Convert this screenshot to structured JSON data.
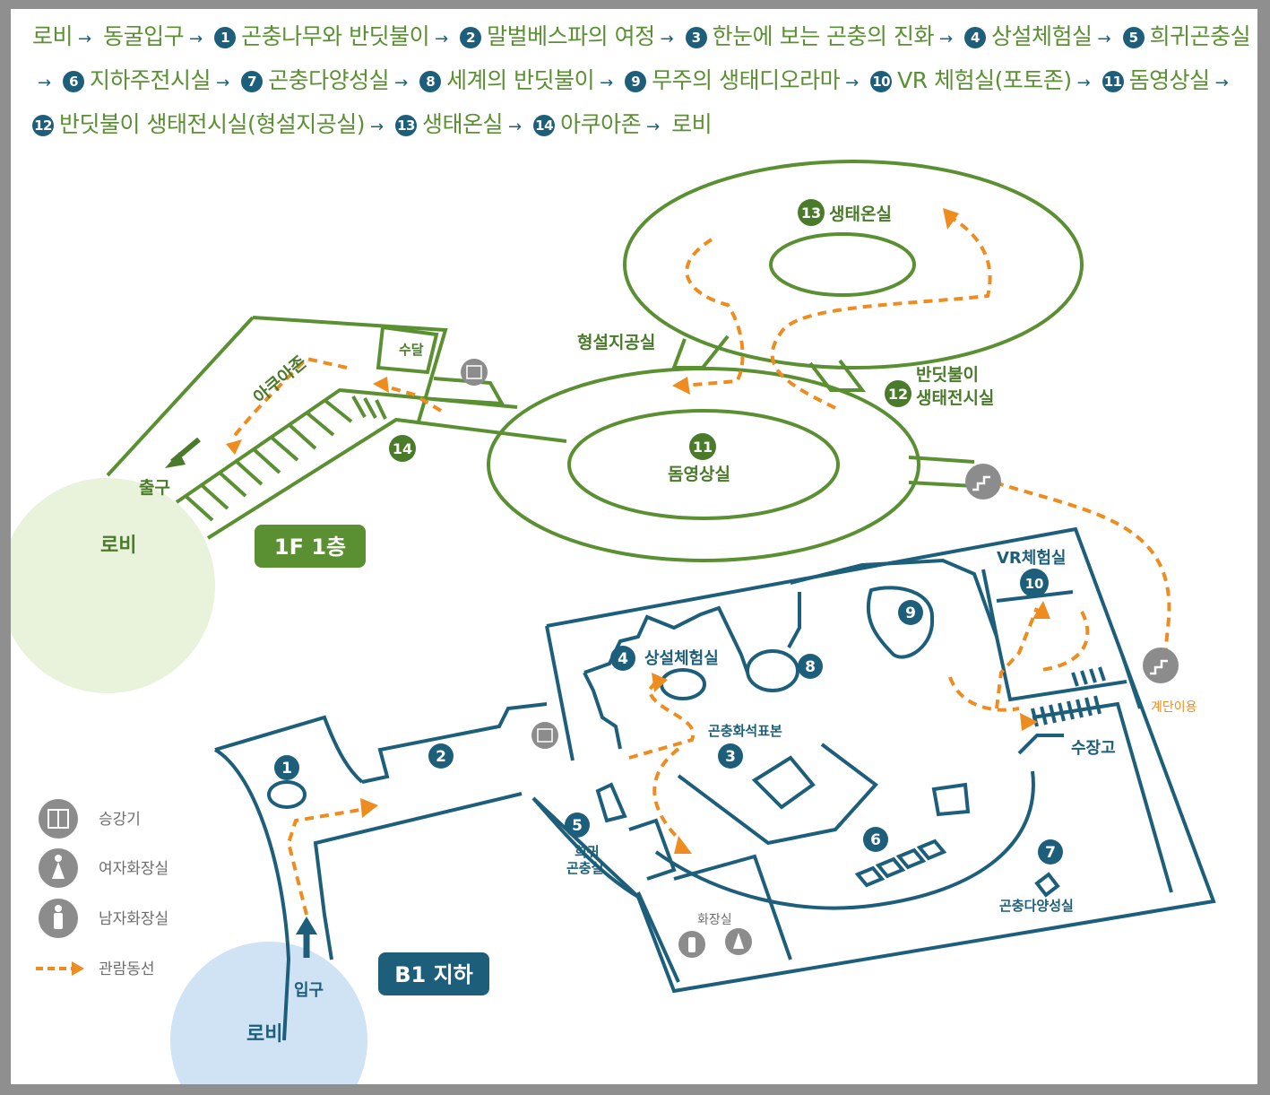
{
  "route": [
    {
      "num": "",
      "label": "로비"
    },
    {
      "num": "",
      "label": "동굴입구"
    },
    {
      "num": "1",
      "label": "곤충나무와 반딧불이"
    },
    {
      "num": "2",
      "label": "말벌베스파의 여정"
    },
    {
      "num": "3",
      "label": "한눈에 보는 곤충의 진화"
    },
    {
      "num": "4",
      "label": "상설체험실"
    },
    {
      "num": "5",
      "label": "희귀곤충실"
    },
    {
      "num": "6",
      "label": "지하주전시실"
    },
    {
      "num": "7",
      "label": "곤충다양성실"
    },
    {
      "num": "8",
      "label": "세계의 반딧불이"
    },
    {
      "num": "9",
      "label": "무주의 생태디오라마"
    },
    {
      "num": "10",
      "label": "VR 체험실(포토존)"
    },
    {
      "num": "11",
      "label": "돔영상실"
    },
    {
      "num": "12",
      "label": "반딧불이 생태전시실(형설지공실)"
    },
    {
      "num": "13",
      "label": "생태온실"
    },
    {
      "num": "14",
      "label": "아쿠아존"
    },
    {
      "num": "",
      "label": "로비"
    }
  ],
  "arrow_glyph": "→",
  "floor1": {
    "badge": "1F 1층",
    "lobby": "로비",
    "exit": "출구",
    "aqua_zone": "아쿠아존",
    "sudal": "수달",
    "room11_num": "11",
    "room11": "돔영상실",
    "room12_num": "12",
    "room12_line1": "반딧불이",
    "room12_line2": "생태전시실",
    "room13_num": "13",
    "room13": "생태온실",
    "hyeongseol": "형설지공실",
    "room14_num": "14"
  },
  "basement": {
    "badge": "B1 지하",
    "lobby": "로비",
    "entrance": "입구",
    "n1": "1",
    "n2": "2",
    "n3": "3",
    "n4": "4",
    "n5": "5",
    "n6": "6",
    "n7": "7",
    "n8": "8",
    "n9": "9",
    "n10": "10",
    "room4": "상설체험실",
    "fossil": "곤충화석표본",
    "room5_line1": "희귀",
    "room5_line2": "곤충실",
    "room7": "곤충다양성실",
    "room10": "VR체험실",
    "aquarium": "수장고",
    "restroom": "화장실",
    "stairs_use": "계단이용"
  },
  "legend": {
    "elevator": "승강기",
    "women": "여자화장실",
    "men": "남자화장실",
    "route": "관람동선"
  },
  "colors": {
    "green": "#5a8f32",
    "blue": "#1d5f7a",
    "orange": "#ef8c1f",
    "lobby1_bg": "#e9f2da",
    "lobby_b1_bg": "#cfe3f4",
    "icon_gray": "#8c8c8c"
  }
}
